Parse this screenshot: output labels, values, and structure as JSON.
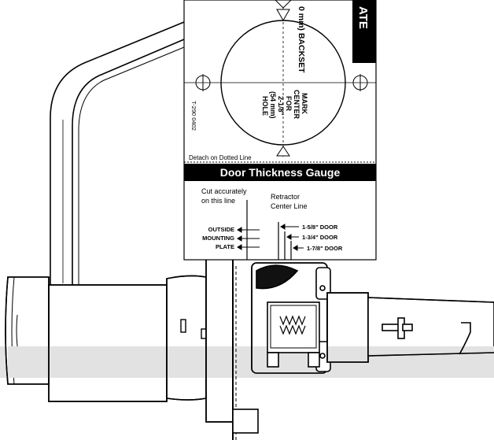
{
  "template": {
    "vertical_title_fragment": "ATE",
    "backset_label": "0 mm) BACKSET",
    "mark_center": {
      "lines": [
        "MARK",
        "CENTER",
        "FOR",
        "2-1/8\"",
        "(54 mm)",
        "HOLE"
      ]
    },
    "part_number": "T-290 0402",
    "detach_label": "Detach on Dotted Line"
  },
  "gauge": {
    "title": "Door Thickness Gauge",
    "cut_note": {
      "line1": "Cut accurately",
      "line2": "on this line"
    },
    "retractor_note": {
      "line1": "Retractor",
      "line2": "Center Line"
    },
    "left_labels": [
      "OUTSIDE",
      "MOUNTING",
      "PLATE"
    ],
    "door_sizes": [
      "1-5/8\" DOOR",
      "1-3/4\" DOOR",
      "1-7/8\" DOOR"
    ]
  },
  "colors": {
    "line": "#000000",
    "band": "#e2e2e2",
    "gauge_bar": "#000000",
    "gauge_bar_text": "#ffffff",
    "paper": "#ffffff"
  }
}
